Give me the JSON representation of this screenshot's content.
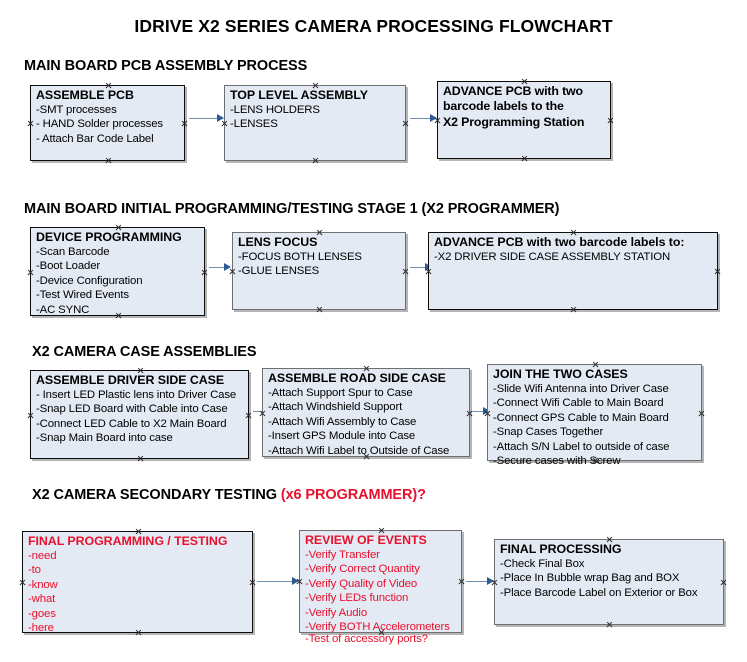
{
  "document": {
    "title": "IDRIVE X2  SERIES CAMERA PROCESSING FLOWCHART"
  },
  "colors": {
    "box_fill": "#e4eaf4",
    "box_border": "#0c0c0c",
    "accent_red": "#e8112d",
    "arrow": "#6f8fae",
    "arrow_head": "#2b5a96"
  },
  "sections": [
    {
      "id": "main-board-pcb-assembly-process",
      "heading": "MAIN BOARD PCB ASSEMBLY PROCESS",
      "heading_accent": "",
      "boxes": [
        {
          "id": "assemble-pcb",
          "title": "ASSEMBLE PCB",
          "lines": [
            "-SMT processes",
            "- HAND Solder processes",
            "- Attach Bar Code Label"
          ]
        },
        {
          "id": "top-level-assembly",
          "title": "TOP LEVEL ASSEMBLY",
          "lines": [
            "-LENS HOLDERS",
            "-LENSES"
          ]
        },
        {
          "id": "advance-pcb-to-x2-programming-station",
          "title": "ADVANCE PCB with two",
          "lines": [
            "barcode labels to the",
            " X2 Programming Station"
          ]
        }
      ]
    },
    {
      "id": "main-board-initial-programming-testing-stage-1",
      "heading": "MAIN BOARD INITIAL PROGRAMMING/TESTING STAGE 1 (X2 PROGRAMMER)",
      "heading_accent": "",
      "boxes": [
        {
          "id": "device-programming",
          "title": "DEVICE PROGRAMMING",
          "lines": [
            "-Scan Barcode",
            "-Boot Loader",
            "-Device Configuration",
            "-Test Wired Events",
            "-AC SYNC"
          ]
        },
        {
          "id": "lens-focus",
          "title": "LENS FOCUS",
          "lines": [
            "-FOCUS BOTH LENSES",
            "-GLUE LENSES"
          ]
        },
        {
          "id": "advance-pcb-to-driver-side-case-station",
          "title": "ADVANCE PCB with two barcode labels to:",
          "lines": [
            "-X2 DRIVER  SIDE  CASE  ASSEMBLY STATION"
          ]
        }
      ]
    },
    {
      "id": "x2-camera-case-assemblies",
      "heading": "X2 CAMERA CASE ASSEMBLIES",
      "heading_accent": "",
      "boxes": [
        {
          "id": "assemble-driver-side-case",
          "title": "ASSEMBLE DRIVER SIDE CASE",
          "lines": [
            "- Insert LED Plastic lens into Driver Case",
            "-Snap LED Board with Cable into Case",
            "-Connect LED Cable to X2 Main Board",
            "-Snap Main Board into case"
          ]
        },
        {
          "id": "assemble-road-side-case",
          "title": "ASSEMBLE ROAD SIDE CASE",
          "lines": [
            "-Attach Support Spur to Case",
            "-Attach Windshield Support",
            "-Attach Wifi Assembly to Case",
            "-Insert GPS Module into Case",
            "-Attach Wifi Label to Outside of Case"
          ]
        },
        {
          "id": "join-the-two-cases",
          "title": "JOIN THE TWO CASES",
          "lines": [
            "-Slide Wifi Antenna into Driver Case",
            "-Connect Wifi Cable to Main Board",
            "-Connect GPS Cable to Main Board",
            "-Snap Cases Together",
            "-Attach S/N Label to outside of case",
            "-Secure cases with Screw"
          ]
        }
      ]
    },
    {
      "id": "x2-camera-secondary-testing",
      "heading": "X2 CAMERA SECONDARY TESTING ",
      "heading_accent": "(x6 PROGRAMMER)?",
      "boxes": [
        {
          "id": "final-programming-testing",
          "title": "FINAL PROGRAMMING / TESTING",
          "lines": [
            "-need",
            "-to",
            "-know",
            "-what",
            "-goes",
            "-here"
          ]
        },
        {
          "id": "review-of-events",
          "title": "REVIEW OF EVENTS",
          "lines": [
            "-Verify Transfer",
            "-Verify Correct Quantity",
            "-Verify Quality of Video",
            "-Verify LEDs function",
            "-Verify Audio",
            "-Verify BOTH Accelerometers"
          ],
          "overflow_line": "-Test of accessory ports?"
        },
        {
          "id": "final-processing",
          "title": "FINAL PROCESSING",
          "lines": [
            " -Check Final Box",
            "-Place In Bubble wrap Bag and BOX",
            "-Place Barcode Label on Exterior or Box"
          ]
        }
      ]
    }
  ]
}
